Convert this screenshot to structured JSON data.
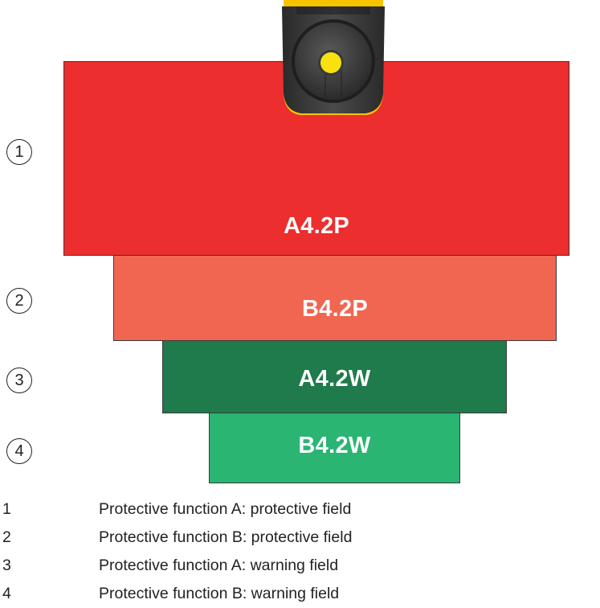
{
  "fields": [
    {
      "callout": "1",
      "label": "A4.2P",
      "color": "#ec2e2e"
    },
    {
      "callout": "2",
      "label": "B4.2P",
      "color": "#f06651"
    },
    {
      "callout": "3",
      "label": "A4.2W",
      "color": "#1f7a4c"
    },
    {
      "callout": "4",
      "label": "B4.2W",
      "color": "#2ab573"
    }
  ],
  "sensor": {
    "icon": "laser-scanner-icon",
    "lens_color": "#f7e10f",
    "housing_color": "#3c3c3c",
    "accent_color": "#f6c400"
  },
  "legend": [
    {
      "num": "1",
      "text": "Protective function A: protective field"
    },
    {
      "num": "2",
      "text": "Protective function B: protective field"
    },
    {
      "num": "3",
      "text": "Protective function A: warning field"
    },
    {
      "num": "4",
      "text": "Protective function B: warning field"
    }
  ]
}
